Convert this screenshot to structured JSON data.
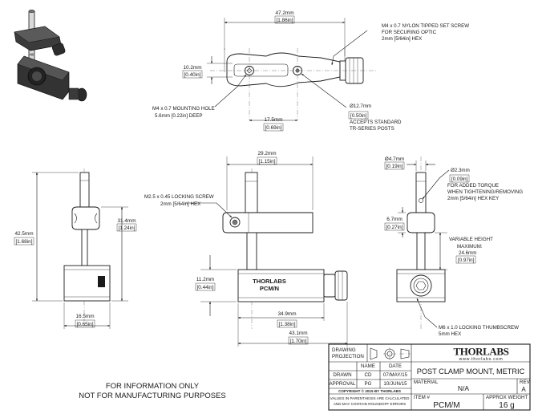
{
  "dimensions": {
    "top_width": "47.2mm",
    "top_width_in": "[1.86in]",
    "slot_height": "10.2mm",
    "slot_height_in": "[0.40in]",
    "spacing": "17.5mm",
    "spacing_in": "[0.69in]",
    "bore": "Ø12.7mm",
    "bore_in": "[0.50in]",
    "front_width": "29.2mm",
    "front_width_in": "[1.15in]",
    "total_height": "42.5mm",
    "total_height_in": "[1.68in]",
    "clamp_height": "31.4mm",
    "clamp_height_in": "[1.24in]",
    "base_height": "11.2mm",
    "base_height_in": "[0.44in]",
    "base_depth": "16.5mm",
    "base_depth_in": "[0.65in]",
    "base_width": "34.9mm",
    "base_width_in": "[1.38in]",
    "overall_width": "43.1mm",
    "overall_width_in": "[1.70in]",
    "post_dia": "Ø4.7mm",
    "post_dia_in": "[0.19in]",
    "pin_hole": "Ø2.3mm",
    "pin_hole_in": "[0.09in]",
    "arm_offset": "6.7mm",
    "arm_offset_in": "[0.27in]"
  },
  "notes": {
    "set_screw": [
      "M4 x 0.7 NYLON TIPPED SET SCREW",
      "FOR SECURING OPTIC",
      "2mm [5/64in] HEX"
    ],
    "mount_hole": [
      "M4 x 0.7 MOUNTING HOLE",
      "5.6mm [0.22in] DEEP"
    ],
    "posts": [
      "ACCEPTS STANDARD",
      "TR-SERIES POSTS"
    ],
    "locking_screw": [
      "M2.5 x 0.45 LOCKING SCREW",
      "2mm [5/64in] HEX"
    ],
    "torque": [
      "FOR ADDED TORQUE",
      "WHEN TIGHTENING/REMOVING",
      "2mm [5/64in] HEX KEY"
    ],
    "variable": [
      "VARIABLE HEIGHT",
      "MAXIMUM:",
      "24.6mm",
      "[0.97in]"
    ],
    "thumbscrew": [
      "M6 x 1.0 LOCKING THUMBSCREW",
      "5mm HEX"
    ],
    "body_label": [
      "THORLABS",
      "PCM/N"
    ],
    "disclaimer": [
      "FOR INFORMATION ONLY",
      "NOT FOR MANUFACTURING PURPOSES"
    ]
  },
  "title_block": {
    "projection": [
      "DRAWING",
      "PROJECTION"
    ],
    "name_header": "NAME",
    "date_header": "DATE",
    "drawn_label": "DRAWN",
    "drawn_name": "CD",
    "drawn_date": "07/MAY/15",
    "approval_label": "APPROVAL",
    "approval_name": "PG",
    "approval_date": "10/JUN/15",
    "copyright": "COPYRIGHT © 2015 BY THORLABS",
    "values_note": [
      "VALUES IN PARENTHESIS ARE CALCULATED",
      "AND MAY CONTAIN ROUNDOFF ERRORS"
    ],
    "logo": "THORLABS",
    "website": "www.thorlabs.com",
    "title": "POST CLAMP MOUNT, METRIC",
    "material_label": "MATERIAL",
    "material_value": "N/A",
    "rev_label": "REV",
    "rev_value": "A",
    "item_label": "ITEM #",
    "item_value": "PCM/M",
    "weight_label": "APPROX WEIGHT",
    "weight_value": "16 g"
  }
}
